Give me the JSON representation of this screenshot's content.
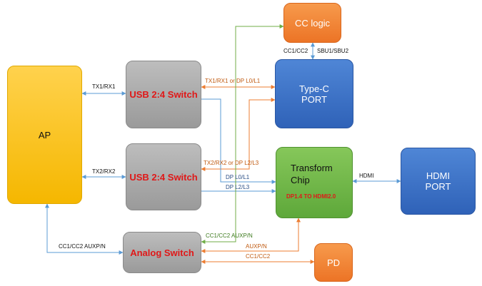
{
  "blocks": {
    "ap": "AP",
    "usb_switch_1": "USB 2:4 Switch",
    "usb_switch_2": "USB 2:4 Switch",
    "analog_switch": "Analog Switch",
    "cc_logic": "CC logic",
    "type_c_port": "Type-C\nPORT",
    "transform_chip": "Transform\nChip",
    "transform_chip_sub": "DP1.4 TO HDMI2.0",
    "hdmi_port": "HDMI\nPORT",
    "pd": "PD"
  },
  "connections": {
    "tx1_rx1": "TX1/RX1",
    "tx2_rx2": "TX2/RX2",
    "cc_auxp_n_ap": "CC1/CC2 AUXP/N",
    "tx1_rx1_or_dp": "TX1/RX1 or DP L0/L1",
    "tx2_rx2_or_dp": "TX2/RX2 or DP L2/L3",
    "dp_l0_l1": "DP L0/L1",
    "dp_l2_l3": "DP L2/L3",
    "cc1_cc2_top": "CC1/CC2",
    "sbu": "SBU1/SBU2",
    "hdmi": "HDMI",
    "cc_auxp_n_green": "CC1/CC2 AUXP/N",
    "auxp_n": "AUXP/N",
    "cc1_cc2_pd": "CC1/CC2"
  },
  "colors": {
    "blue_line": "#5b9bd5",
    "orange_line": "#ed7d31",
    "green_line": "#70ad47"
  }
}
